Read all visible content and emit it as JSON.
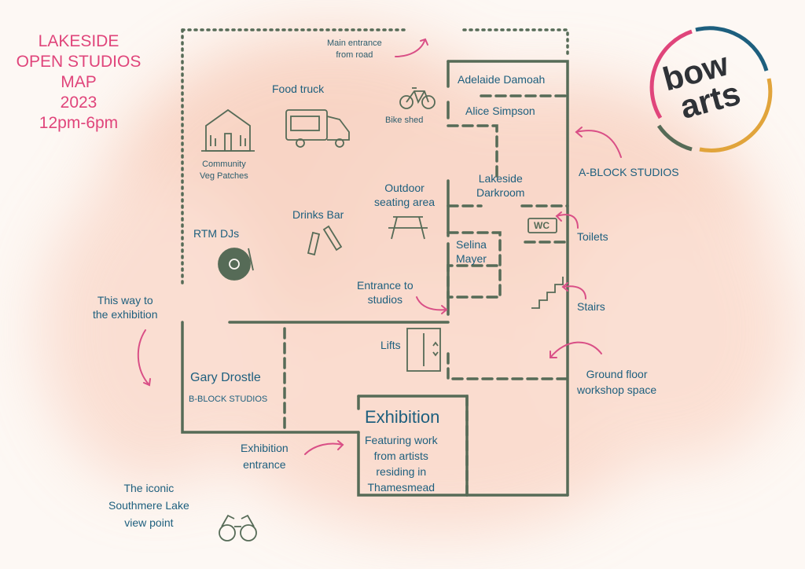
{
  "title": [
    "LAKESIDE",
    "OPEN STUDIOS",
    "MAP",
    "2023",
    "12pm-6pm"
  ],
  "logo": {
    "line1": "bow",
    "line2": "arts"
  },
  "labels": {
    "main_entrance": [
      "Main entrance",
      "from road"
    ],
    "food_truck": "Food truck",
    "bike_shed": "Bike shed",
    "veg_patches": [
      "Community",
      "Veg Patches"
    ],
    "outdoor_seating": [
      "Outdoor",
      "seating area"
    ],
    "drinks_bar": "Drinks Bar",
    "rtm_djs": "RTM DJs",
    "entrance_studios": [
      "Entrance to",
      "studios"
    ],
    "this_way": [
      "This way to",
      "the exhibition"
    ],
    "lifts": "Lifts",
    "gary": "Gary Drostle",
    "b_block": "B-BLOCK STUDIOS",
    "exhibition_title": "Exhibition",
    "exhibition_desc": [
      "Featuring work",
      "from artists",
      "residing in",
      "Thamesmead"
    ],
    "exhibition_entrance": [
      "Exhibition",
      "entrance"
    ],
    "southmere": [
      "The iconic",
      "Southmere Lake",
      "view point"
    ],
    "adelaide": "Adelaide Damoah",
    "alice": "Alice Simpson",
    "darkroom": [
      "Lakeside",
      "Darkroom"
    ],
    "selina": [
      "Selina",
      "Mayer"
    ],
    "wc": "WC",
    "a_block": "A-BLOCK STUDIOS",
    "toilets": "Toilets",
    "stairs": "Stairs",
    "workshop": [
      "Ground floor",
      "workshop space"
    ]
  },
  "colors": {
    "title": "#e0457b",
    "label": "#1d5f7e",
    "wall": "#566b57",
    "arrow": "#d94f86"
  }
}
